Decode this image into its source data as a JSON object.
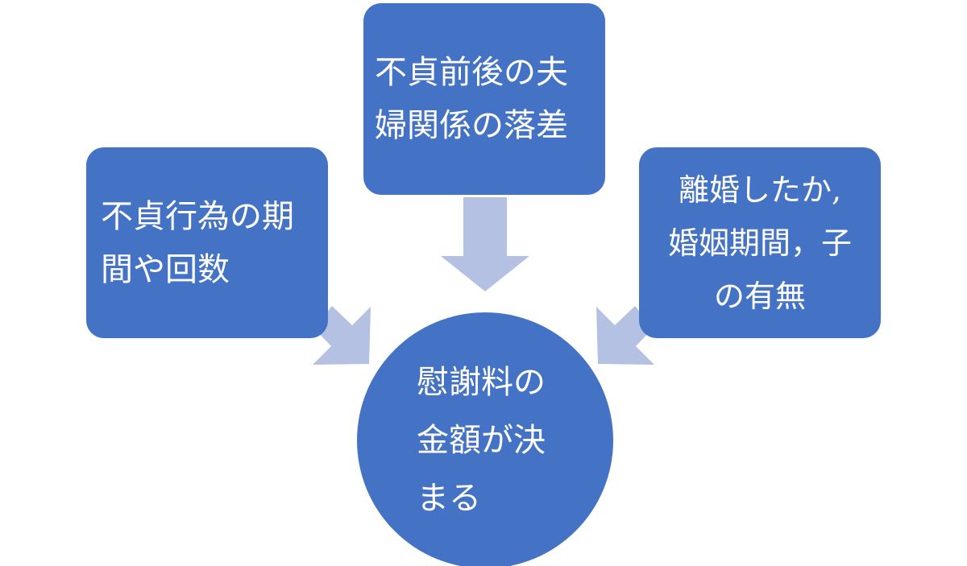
{
  "diagram": {
    "colors": {
      "node_fill": "#4472c4",
      "arrow_fill": "#b4c1e2",
      "text": "#ffffff",
      "background": "#ffffff"
    },
    "nodes": {
      "left": {
        "label": "不貞行為の期\n間や回数"
      },
      "top": {
        "label": "不貞前後の夫\n婦関係の落差"
      },
      "right": {
        "label": "離婚したか,\n婚姻期間，子\nの有無"
      },
      "center": {
        "label": "慰謝料の\n金額が決\nまる"
      }
    },
    "edges": [
      {
        "from": "top",
        "to": "center"
      },
      {
        "from": "left",
        "to": "center"
      },
      {
        "from": "right",
        "to": "center"
      }
    ]
  }
}
